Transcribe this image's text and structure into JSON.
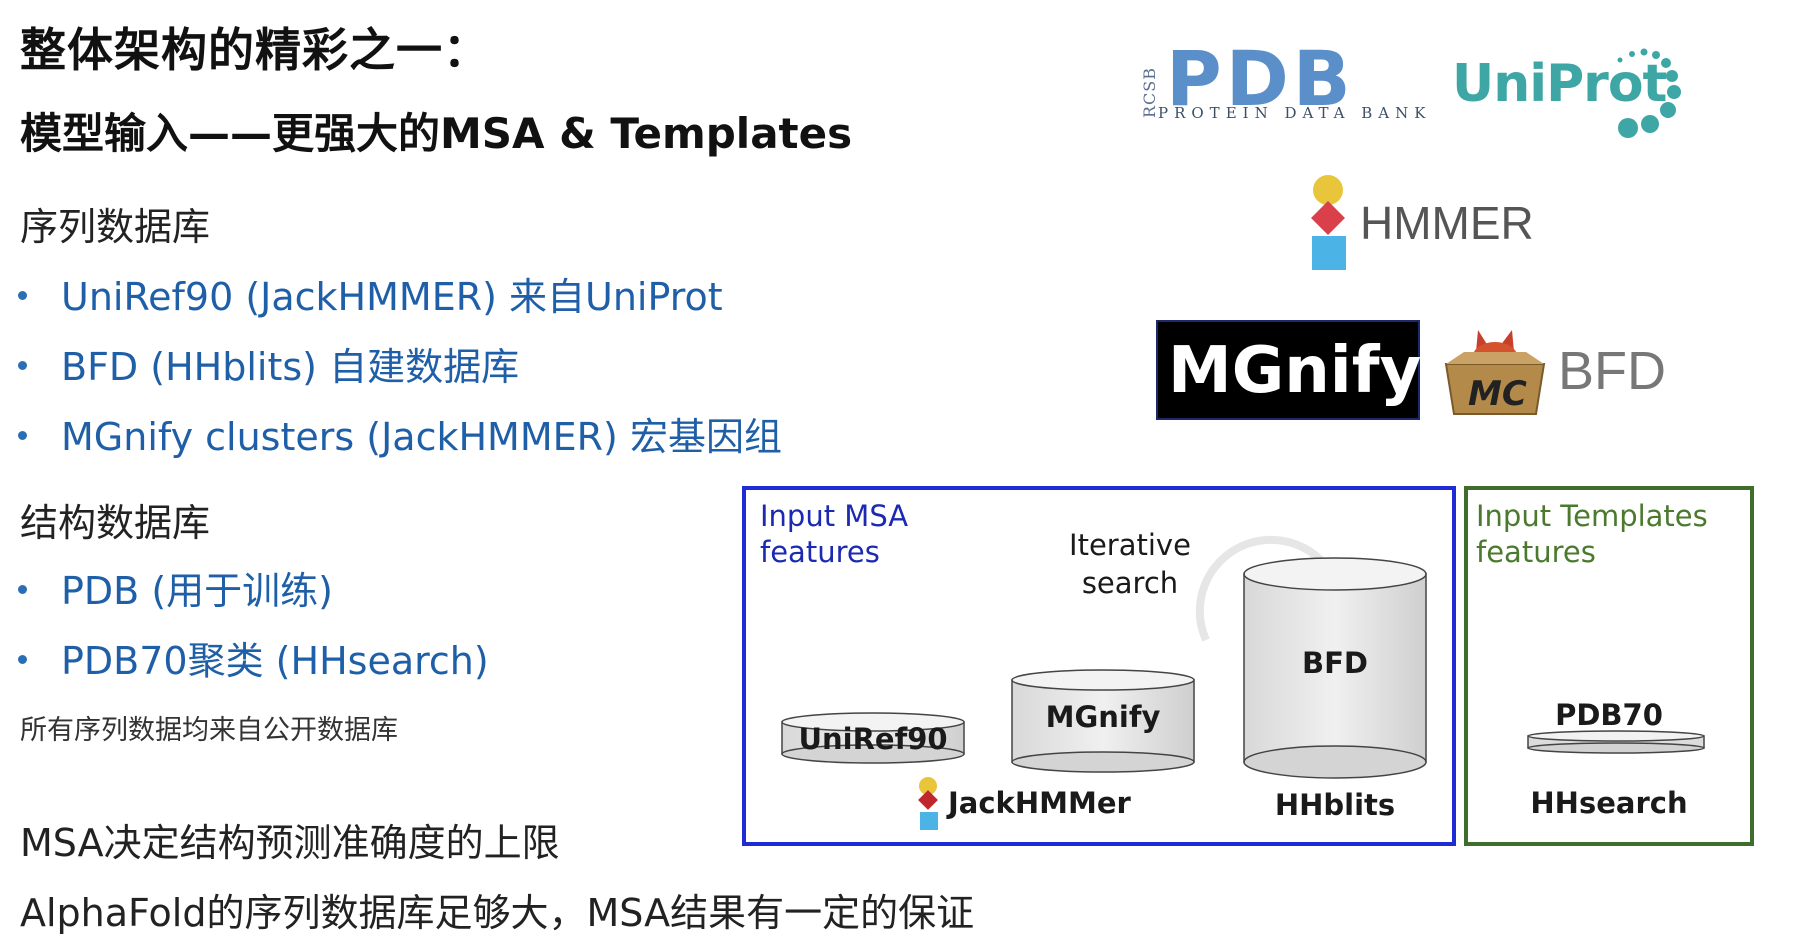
{
  "title": {
    "line1": "整体架构的精彩之一：",
    "line2": "模型输入——更强大的MSA & Templates"
  },
  "sequence_db": {
    "heading": "序列数据库",
    "items": [
      "UniRef90 (JackHMMER) 来自UniProt",
      "BFD (HHblits) 自建数据库",
      "MGnify clusters (JackHMMER) 宏基因组"
    ]
  },
  "structure_db": {
    "heading": "结构数据库",
    "items": [
      "PDB (用于训练)",
      "PDB70聚类 (HHsearch)"
    ]
  },
  "note": "所有序列数据均来自公开数据库",
  "conclusions": [
    "MSA决定结构预测准确度的上限",
    "AlphaFold的序列数据库足够大，MSA结果有一定的保证"
  ],
  "logos": {
    "pdb_side": "RCSB",
    "pdb_main": "PDB",
    "pdb_sub": "PROTEIN DATA BANK",
    "uniprot": "UniProt",
    "hmmer": "HMMER",
    "mgnify": "MGnify",
    "bfd_badge": "MC",
    "bfd": "BFD"
  },
  "diagram": {
    "msa_title_1": "Input MSA",
    "msa_title_2": "features",
    "iterative_1": "Iterative",
    "iterative_2": "search",
    "db_uniref": "UniRef90",
    "db_mgnify": "MGnify",
    "db_bfd": "BFD",
    "tool_jackhmmer": "JackHMMer",
    "tool_hhblits": "HHblits",
    "tpl_title_1": "Input Templates",
    "tpl_title_2": "features",
    "db_pdb70": "PDB70",
    "tool_hhsearch": "HHsearch"
  },
  "colors": {
    "bullet_text": "#1f5fa8",
    "msa_border": "#1f2bd4",
    "tpl_border": "#3f6d2b",
    "pdb_blue": "#5b8fc9",
    "uniprot_teal": "#3fa6a6"
  }
}
